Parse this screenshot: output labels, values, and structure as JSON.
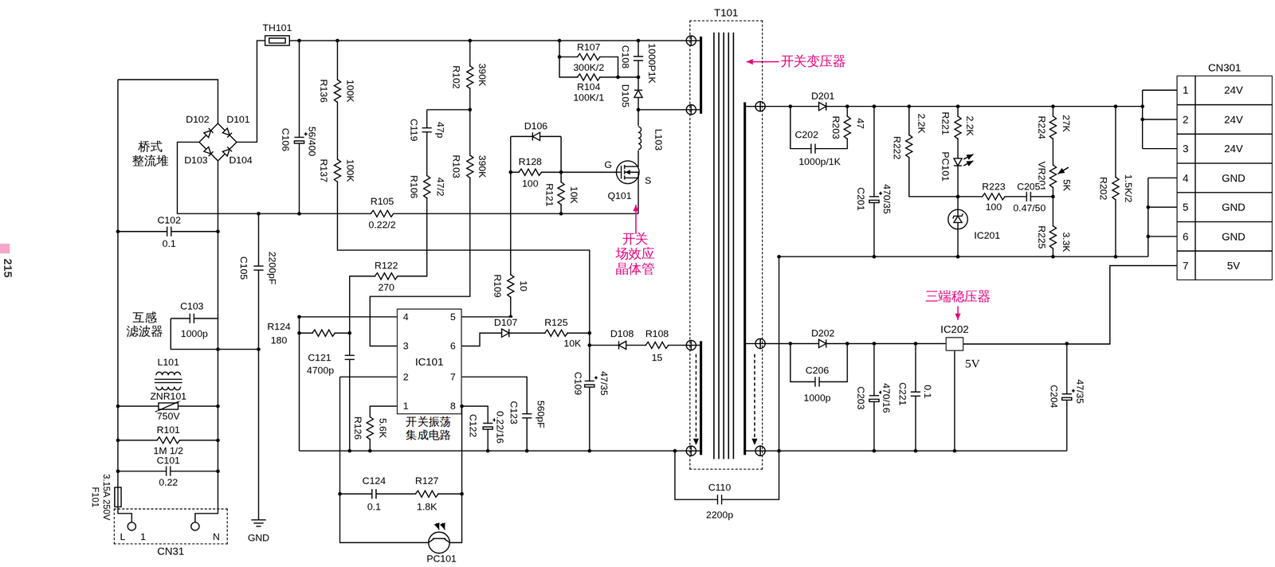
{
  "diagram": {
    "nodes": [
      {
        "text": [
          "T101"
        ]
      },
      {
        "text": [
          "CN301"
        ]
      },
      {
        "text": [
          "IC101"
        ]
      },
      {
        "text": [
          "IC202"
        ]
      },
      {
        "text": [
          "CN31"
        ]
      }
    ],
    "edges": [
      {
        "from": 3,
        "to": 1,
        "arrow": "none"
      }
    ],
    "labels": [
      "215",
      "开关变压器",
      "TH101",
      "R107",
      "300K/2",
      "C108",
      "1000P1K",
      "R104",
      "100K/1",
      "D105",
      "R102",
      "390K",
      "R136",
      "100K",
      "C106",
      "56/400",
      "R137",
      "100K",
      "C119",
      "47p",
      "R103",
      "390K",
      "R106",
      "47/2",
      "D106",
      "R128",
      "100",
      "R121",
      "10K",
      "G",
      "S",
      "Q101",
      "L103",
      "开关 场效应 晶体管",
      "D102",
      "D101",
      "D103",
      "D104",
      "桥式 整流堆",
      "R105",
      "0.22/2",
      "C102",
      "0.1",
      "C105",
      "2200pF",
      "R122",
      "270",
      "R109",
      "10",
      "互感 滤波器",
      "C103",
      "1000p",
      "R124",
      "180",
      "C121",
      "4700p",
      "4",
      "5",
      "3",
      "6",
      "2",
      "7",
      "1",
      "8",
      "D107",
      "R125",
      "10K",
      "D108",
      "R108",
      "15",
      "C109",
      "47/35",
      "R126",
      "5.6K",
      "开关振荡 集成电路",
      "C122",
      "0.22/16",
      "C123",
      "560pF",
      "L101",
      "ZNR101",
      "750V",
      "R101",
      "1M 1/2",
      "C101",
      "0.22",
      "3.15A 250V",
      "F101",
      "L",
      "1",
      "N",
      "GND",
      "C124",
      "0.1",
      "R127",
      "1.8K",
      "PC101",
      "C110",
      "2200p",
      "D201",
      "C202",
      "1000p/1K",
      "R203",
      "47",
      "R222",
      "2.2K",
      "R221",
      "2.2K",
      "PC101",
      "C201",
      "470/35",
      "R224",
      "27K",
      "VR201",
      "5K",
      "R223",
      "100",
      "C205",
      "0.47/50",
      "IC201",
      "R202",
      "1.5K/2",
      "R225",
      "3.3K",
      "1",
      "24V",
      "2",
      "24V",
      "3",
      "24V",
      "4",
      "GND",
      "5",
      "GND",
      "6",
      "GND",
      "7",
      "5V",
      "三端稳压器",
      "5V",
      "D202",
      "C206",
      "1000p",
      "C203",
      "470/16",
      "C221",
      "0.1",
      "C204",
      "47/35"
    ]
  }
}
